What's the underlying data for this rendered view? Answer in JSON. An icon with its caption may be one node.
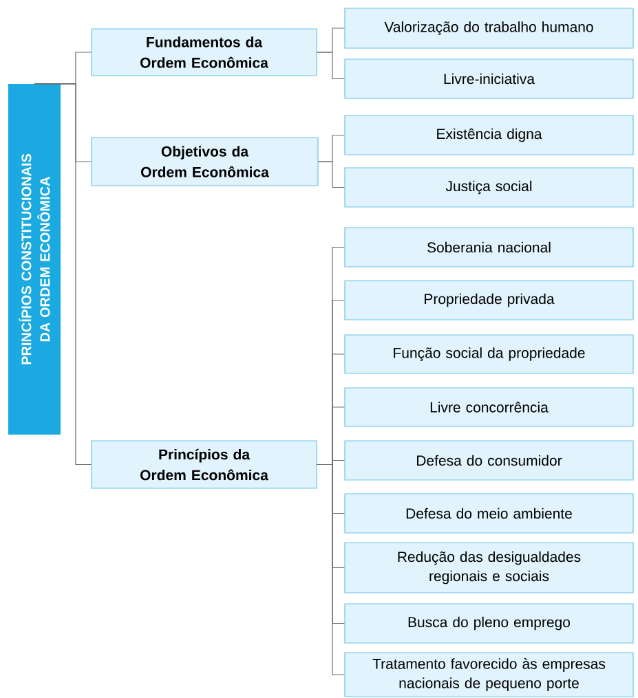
{
  "diagram": {
    "nodes": [
      {
        "text": [
          "PRINCÍPIOS CONSTITUCIONAIS DA ORDEM ECONÔMICA"
        ]
      },
      {
        "text": [
          "Fundamentos da Ordem Econômica"
        ]
      },
      {
        "text": [
          "Objetivos da Ordem Econômica"
        ]
      },
      {
        "text": [
          "Princípios da Ordem Econômica"
        ]
      },
      {
        "text": [
          "Valorização do trabalho humano"
        ]
      },
      {
        "text": [
          "Livre-iniciativa"
        ]
      },
      {
        "text": [
          "Existência digna"
        ]
      },
      {
        "text": [
          "Justiça social"
        ]
      },
      {
        "text": [
          "Soberania nacional"
        ]
      },
      {
        "text": [
          "Propriedade privada"
        ]
      },
      {
        "text": [
          "Função social da propriedade"
        ]
      },
      {
        "text": [
          "Livre concorrência"
        ]
      },
      {
        "text": [
          "Defesa do consumidor"
        ]
      },
      {
        "text": [
          "Defesa do meio ambiente"
        ]
      },
      {
        "text": [
          "Redução das desigualdades regionais e sociais"
        ]
      },
      {
        "text": [
          "Busca do pleno emprego"
        ]
      },
      {
        "text": [
          "Tratamento favorecido às empresas nacionais de pequeno porte"
        ]
      }
    ],
    "edges": [
      {
        "from": 0,
        "to": 1,
        "arrow": "none"
      },
      {
        "from": 0,
        "to": 2,
        "arrow": "none"
      },
      {
        "from": 0,
        "to": 3,
        "arrow": "none"
      },
      {
        "from": 1,
        "to": 4,
        "arrow": "none"
      },
      {
        "from": 1,
        "to": 5,
        "arrow": "none"
      },
      {
        "from": 2,
        "to": 6,
        "arrow": "none"
      },
      {
        "from": 2,
        "to": 7,
        "arrow": "none"
      },
      {
        "from": 3,
        "to": 8,
        "arrow": "none"
      },
      {
        "from": 3,
        "to": 9,
        "arrow": "none"
      },
      {
        "from": 3,
        "to": 10,
        "arrow": "none"
      },
      {
        "from": 3,
        "to": 11,
        "arrow": "none"
      },
      {
        "from": 3,
        "to": 12,
        "arrow": "none"
      },
      {
        "from": 3,
        "to": 13,
        "arrow": "none"
      },
      {
        "from": 3,
        "to": 14,
        "arrow": "none"
      },
      {
        "from": 3,
        "to": 15,
        "arrow": "none"
      },
      {
        "from": 3,
        "to": 16,
        "arrow": "none"
      }
    ]
  }
}
